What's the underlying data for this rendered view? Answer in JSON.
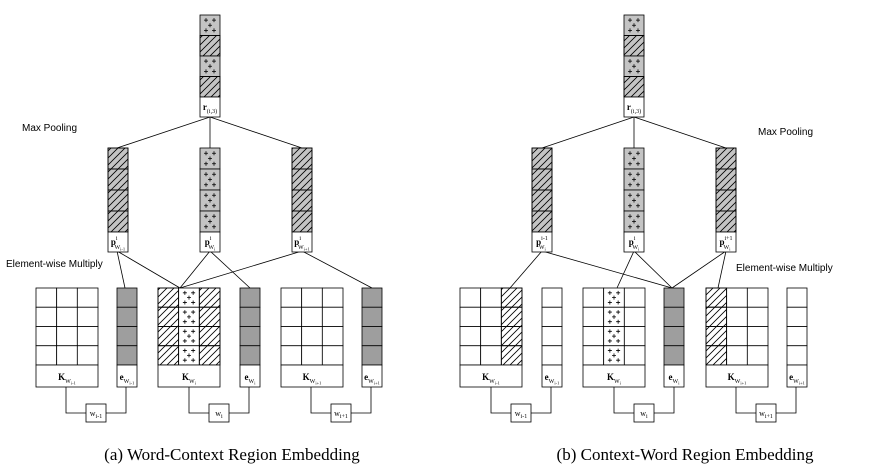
{
  "panels": [
    {
      "caption": "(a) Word-Context Region Embedding",
      "pooling_label": "Max Pooling",
      "multiply_label": "Element-wise Multiply",
      "output": {
        "base": "r",
        "sub": "(i,3)",
        "pattern": [
          "plus",
          "hatch",
          "plus",
          "hatch"
        ]
      },
      "projected": [
        {
          "base": "p",
          "sub": "W",
          "subsub": "i-1",
          "sup": "i",
          "pattern": [
            "hatch",
            "hatch",
            "hatch",
            "hatch"
          ]
        },
        {
          "base": "p",
          "sub": "W",
          "subsub": "i",
          "sup": "i",
          "pattern": [
            "plus",
            "plus",
            "plus",
            "plus"
          ]
        },
        {
          "base": "p",
          "sub": "W",
          "subsub": "i+1",
          "sup": "i",
          "pattern": [
            "hatch",
            "hatch",
            "hatch",
            "hatch"
          ]
        }
      ],
      "blocks": [
        {
          "K_sub": "W",
          "K_subsub": "i-1",
          "e_sub": "W",
          "e_subsub": "i-1",
          "K_fill": "none",
          "e_fill": "gray"
        },
        {
          "K_sub": "W",
          "K_subsub": "i",
          "e_sub": "W",
          "e_subsub": "i",
          "K_fill": "hatch-plus-col",
          "e_fill": "gray"
        },
        {
          "K_sub": "W",
          "K_subsub": "i+1",
          "e_sub": "W",
          "e_subsub": "i+1",
          "K_fill": "none",
          "e_fill": "gray"
        }
      ],
      "words": [
        {
          "base": "w",
          "sub": "i-1"
        },
        {
          "base": "w",
          "sub": "i"
        },
        {
          "base": "w",
          "sub": "i+1"
        }
      ]
    },
    {
      "caption": "(b) Context-Word Region Embedding",
      "pooling_label": "Max Pooling",
      "multiply_label": "Element-wise Multiply",
      "output": {
        "base": "r",
        "sub": "(i,3)",
        "pattern": [
          "plus",
          "hatch",
          "plus",
          "hatch"
        ]
      },
      "projected": [
        {
          "base": "p",
          "sub": "W",
          "subsub": "i",
          "sup": "i-1",
          "pattern": [
            "hatch",
            "hatch",
            "hatch",
            "hatch"
          ]
        },
        {
          "base": "p",
          "sub": "W",
          "subsub": "i",
          "sup": "i",
          "pattern": [
            "plus",
            "plus",
            "plus",
            "plus"
          ]
        },
        {
          "base": "p",
          "sub": "W",
          "subsub": "i",
          "sup": "i+1",
          "pattern": [
            "hatch",
            "hatch",
            "hatch",
            "hatch"
          ]
        }
      ],
      "blocks": [
        {
          "K_sub": "W",
          "K_subsub": "i-1",
          "e_sub": "W",
          "e_subsub": "i-1",
          "K_fill": "last-col-hatch",
          "e_fill": "white"
        },
        {
          "K_sub": "W",
          "K_subsub": "i",
          "e_sub": "W",
          "e_subsub": "i",
          "K_fill": "mid-col-plus",
          "e_fill": "gray"
        },
        {
          "K_sub": "W",
          "K_subsub": "i+1",
          "e_sub": "W",
          "e_subsub": "i+1",
          "K_fill": "first-col-hatch",
          "e_fill": "white"
        }
      ],
      "words": [
        {
          "base": "w",
          "sub": "i-1"
        },
        {
          "base": "w",
          "sub": "i"
        },
        {
          "base": "w",
          "sub": "i+1"
        }
      ]
    }
  ]
}
